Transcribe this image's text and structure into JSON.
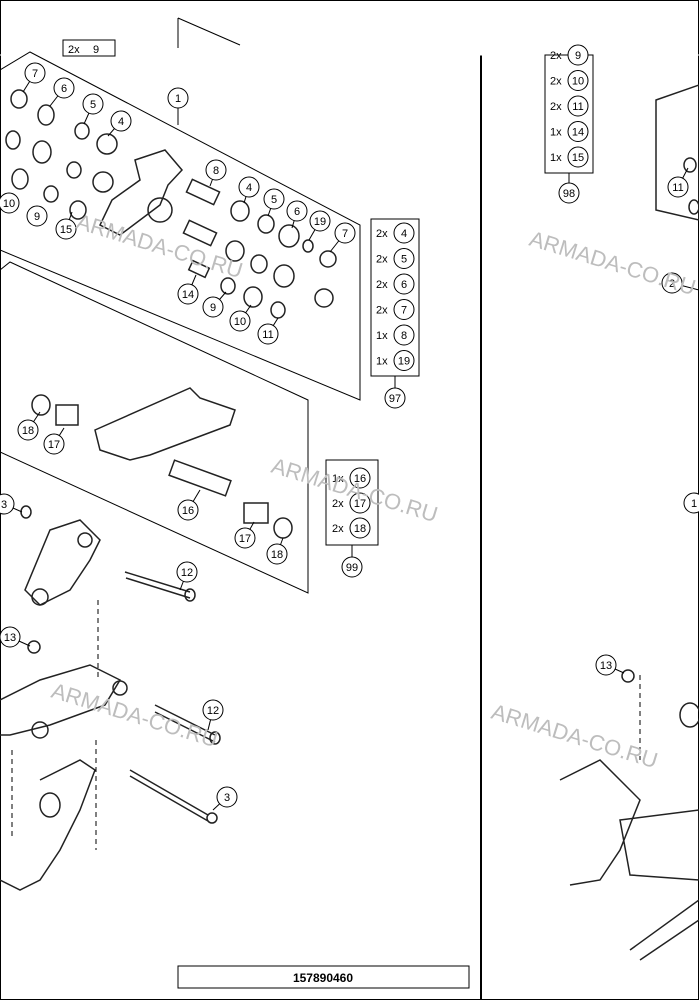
{
  "diagram": {
    "reference_code": "157890460",
    "watermark_text": "ARMADA-CO.RU",
    "callouts": {
      "c7a": "7",
      "c6a": "6",
      "c5a": "5",
      "c4a": "4",
      "c1": "1",
      "c10a": "10",
      "c9a": "9",
      "c15a": "15",
      "c8": "8",
      "c4b": "4",
      "c5b": "5",
      "c6b": "6",
      "c19": "19",
      "c7b": "7",
      "c14": "14",
      "c9b": "9",
      "c10b": "10",
      "c11a": "11",
      "c18a": "18",
      "c17a": "17",
      "c16": "16",
      "c17b": "17",
      "c18b": "18",
      "c3a": "3",
      "c12a": "12",
      "c13a": "13",
      "c12b": "12",
      "c3b": "3",
      "c97": "97",
      "c99": "99",
      "r_c9": "9",
      "r_c10": "10",
      "r_c11": "11",
      "r_c14": "14",
      "r_c15": "15",
      "r_c98": "98",
      "r_c11b": "11",
      "r_c2": "2",
      "r_c13": "13",
      "r_c1": "1"
    },
    "kit97": [
      {
        "qty": "2x",
        "num": "4"
      },
      {
        "qty": "2x",
        "num": "5"
      },
      {
        "qty": "2x",
        "num": "6"
      },
      {
        "qty": "2x",
        "num": "7"
      },
      {
        "qty": "1x",
        "num": "8"
      },
      {
        "qty": "1x",
        "num": "19"
      }
    ],
    "kit99": [
      {
        "qty": "1x",
        "num": "16"
      },
      {
        "qty": "2x",
        "num": "17"
      },
      {
        "qty": "2x",
        "num": "18"
      }
    ],
    "kit98": [
      {
        "qty": "2x",
        "num": "9"
      },
      {
        "qty": "2x",
        "num": "10"
      },
      {
        "qty": "2x",
        "num": "11"
      },
      {
        "qty": "1x",
        "num": "14"
      },
      {
        "qty": "1x",
        "num": "15"
      }
    ],
    "top_partial_label": {
      "qty": "2x",
      "num": "9"
    }
  }
}
